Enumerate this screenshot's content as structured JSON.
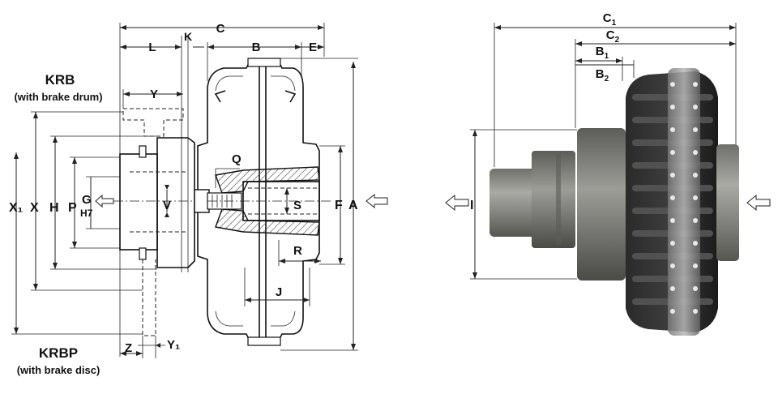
{
  "variants": {
    "drum": {
      "code": "KRB",
      "desc": "(with brake drum)"
    },
    "disc": {
      "code": "KRBP",
      "desc": "(with brake disc)"
    }
  },
  "left_labels": {
    "C": "C",
    "L": "L",
    "K": "K",
    "B": "B",
    "E": "E",
    "Y": "Y",
    "Q": "Q",
    "X1": "X₁",
    "X": "X",
    "H": "H",
    "P": "P",
    "G": "G",
    "H7": "H7",
    "V": "V",
    "S": "S",
    "F": "F",
    "A": "A",
    "R": "R",
    "J": "J",
    "Z": "Z",
    "Y1": "Y₁"
  },
  "right_labels": {
    "C": "C",
    "C_sub": "1",
    "C2": "C",
    "C2_sub": "2",
    "B1": "B",
    "B1_sub": "1",
    "B2": "B",
    "B2_sub": "2",
    "I": "I"
  },
  "colors": {
    "line": "#111111",
    "hatch": "#444444",
    "metal_dark": "#1e1e1e",
    "metal_grey": "#8a8b85"
  },
  "icons": [
    "arrow-left-outline-icon"
  ]
}
